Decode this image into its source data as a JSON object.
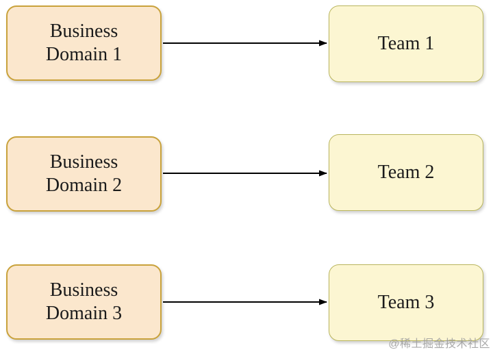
{
  "diagram": {
    "type": "flow-mapping",
    "rows": [
      {
        "source_label": "Business Domain 1",
        "target_label": "Team 1"
      },
      {
        "source_label": "Business Domain 2",
        "target_label": "Team 2"
      },
      {
        "source_label": "Business Domain 3",
        "target_label": "Team 3"
      }
    ],
    "colors": {
      "background": "#ffffff",
      "source_fill": "#fbe7cd",
      "source_border": "#c9a23b",
      "target_fill": "#fcf6d2",
      "target_border": "#b9b55c",
      "arrow": "#000000",
      "text": "#1b1b1b",
      "watermark": "#9b9b9b"
    },
    "watermark": "@稀土掘金技术社区"
  }
}
